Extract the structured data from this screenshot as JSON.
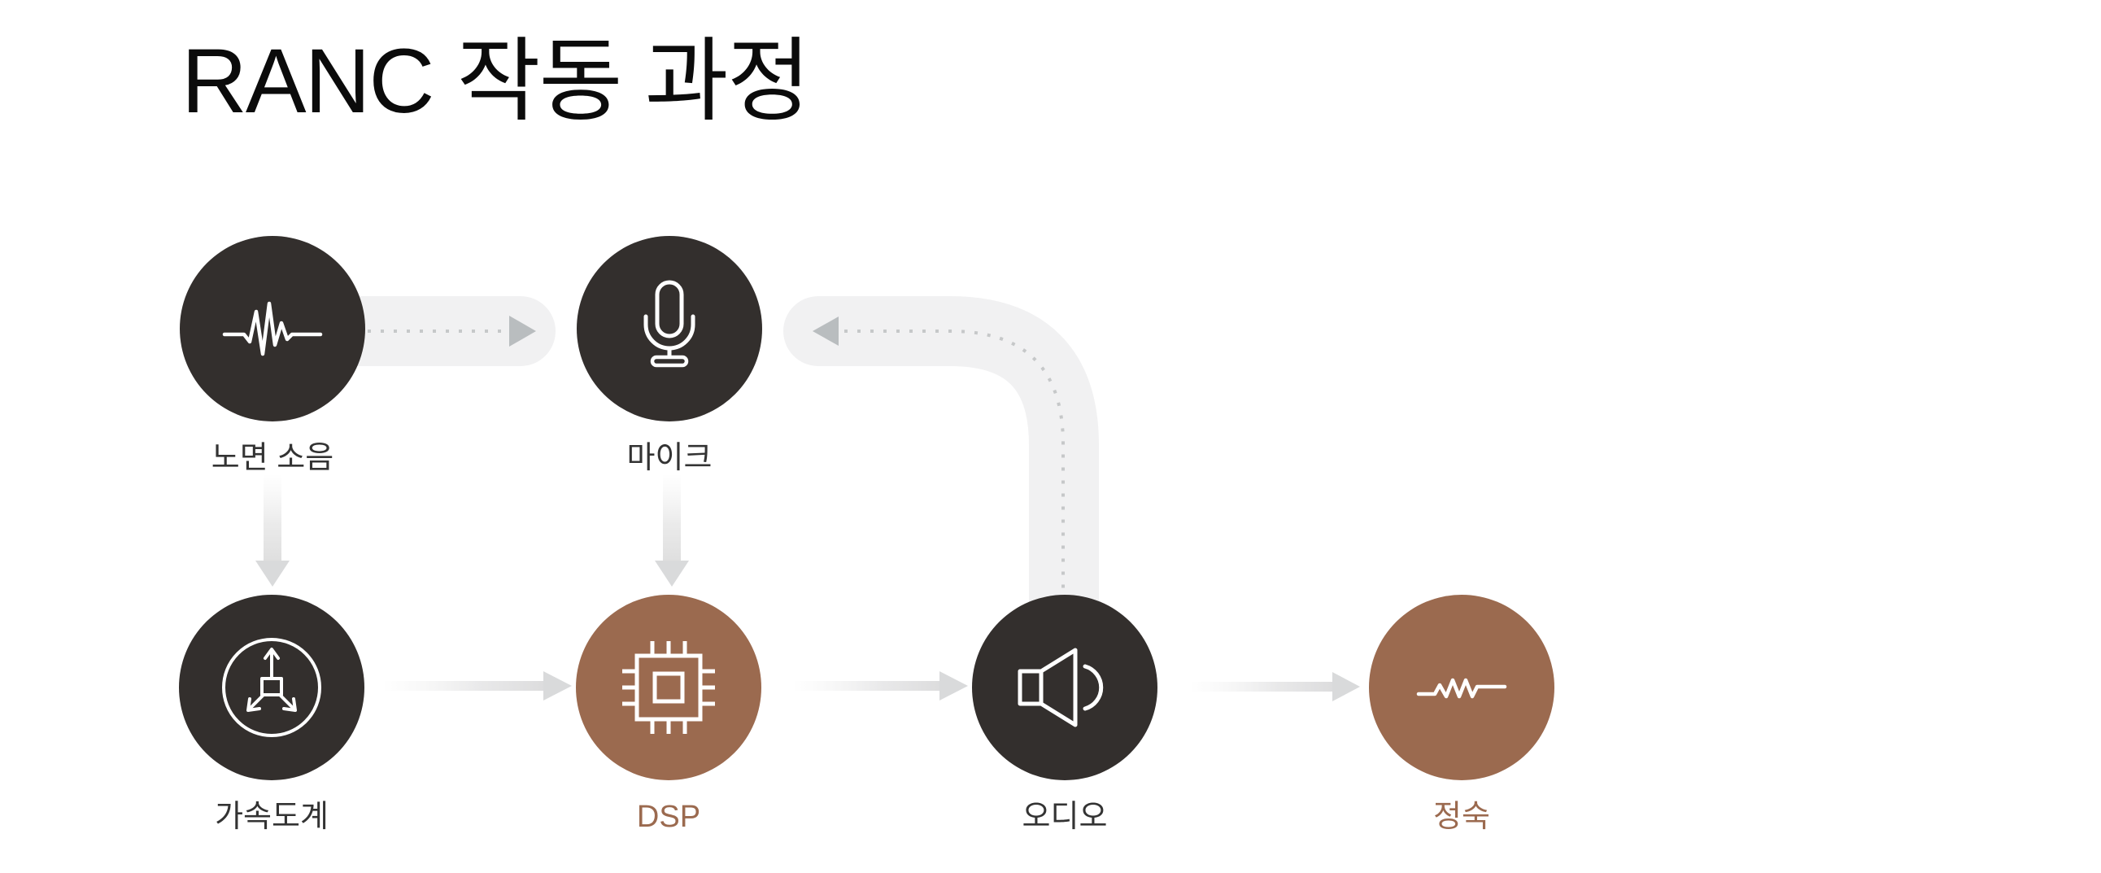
{
  "title": "RANC 작동 과정",
  "colors": {
    "background": "#ffffff",
    "node_dark": "#332f2d",
    "node_brown": "#9b6a4f",
    "label_dark": "#333333",
    "label_brown": "#9b6a4f",
    "icon_stroke": "#ffffff",
    "track": "#f1f1f2",
    "dotted_line": "#c6c8c9",
    "dotted_arrowhead": "#b9bdbf",
    "solid_arrow": "#d9dadb"
  },
  "nodes": [
    {
      "id": "road-noise",
      "label": "노면 소음",
      "icon": "waveform-icon",
      "circle_color": "#332f2d",
      "label_color": "#333333"
    },
    {
      "id": "microphone",
      "label": "마이크",
      "icon": "microphone-icon",
      "circle_color": "#332f2d",
      "label_color": "#333333"
    },
    {
      "id": "accelerometer",
      "label": "가속도계",
      "icon": "accelerometer-icon",
      "circle_color": "#332f2d",
      "label_color": "#333333"
    },
    {
      "id": "dsp",
      "label": "DSP",
      "icon": "chip-icon",
      "circle_color": "#9b6a4f",
      "label_color": "#9b6a4f"
    },
    {
      "id": "audio",
      "label": "오디오",
      "icon": "speaker-icon",
      "circle_color": "#332f2d",
      "label_color": "#333333"
    },
    {
      "id": "quiet",
      "label": "정숙",
      "icon": "flat-wave-icon",
      "circle_color": "#9b6a4f",
      "label_color": "#9b6a4f"
    }
  ],
  "connections": [
    {
      "from": "road-noise",
      "to": "microphone",
      "style": "dotted-track-right"
    },
    {
      "from": "road-noise",
      "to": "accelerometer",
      "style": "solid-arrow-down"
    },
    {
      "from": "microphone",
      "to": "dsp",
      "style": "solid-arrow-down"
    },
    {
      "from": "accelerometer",
      "to": "dsp",
      "style": "solid-arrow-right"
    },
    {
      "from": "dsp",
      "to": "audio",
      "style": "solid-arrow-right"
    },
    {
      "from": "audio",
      "to": "microphone",
      "style": "dotted-track-curved-up-left"
    },
    {
      "from": "audio",
      "to": "quiet",
      "style": "solid-arrow-right"
    }
  ]
}
